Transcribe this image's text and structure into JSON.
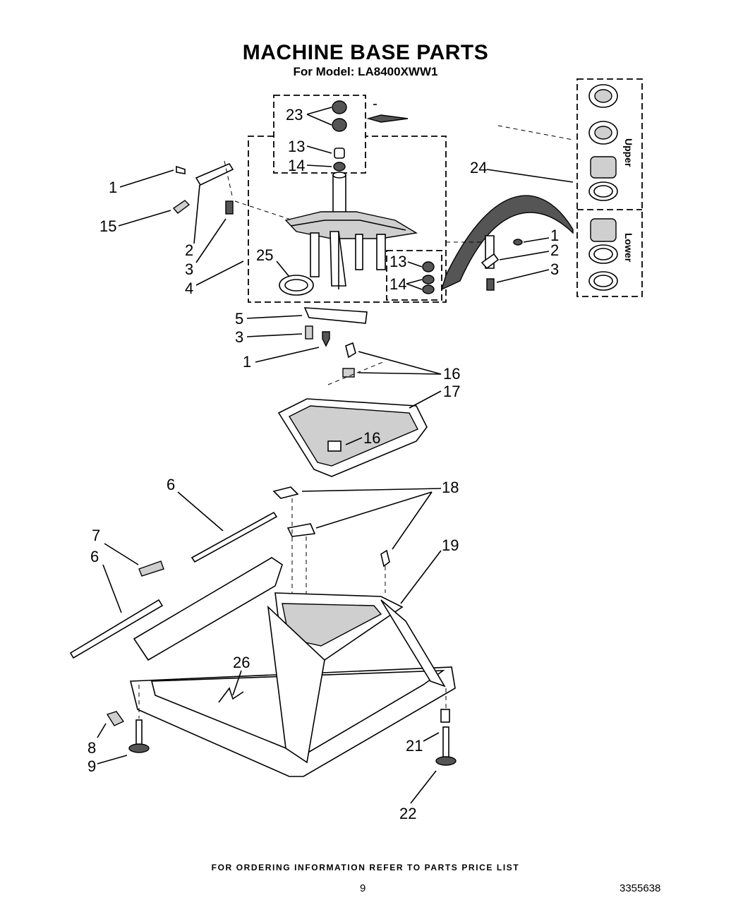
{
  "header": {
    "title": "MACHINE BASE PARTS",
    "subtitle": "For Model: LA8400XWW1"
  },
  "kit": {
    "upper_label": "Upper",
    "lower_label": "Lower"
  },
  "callouts": {
    "c23": "23",
    "c13a": "13",
    "c14a": "14",
    "c1a": "1",
    "c15": "15",
    "c2a": "2",
    "c3a": "3",
    "c4": "4",
    "c25": "25",
    "c24": "24",
    "c1b": "1",
    "c2b": "2",
    "c3b": "3",
    "c13b": "13",
    "c14b": "14",
    "c5": "5",
    "c3c": "3",
    "c1c": "1",
    "c16a": "16",
    "c17": "17",
    "c16b": "16",
    "c6a": "6",
    "c18": "18",
    "c7": "7",
    "c6b": "6",
    "c19": "19",
    "c26": "26",
    "c8": "8",
    "c9": "9",
    "c21": "21",
    "c22": "22"
  },
  "footer": {
    "ordering_note": "FOR ORDERING INFORMATION REFER TO PARTS PRICE LIST",
    "page_number": "9",
    "document_number": "3355638"
  }
}
